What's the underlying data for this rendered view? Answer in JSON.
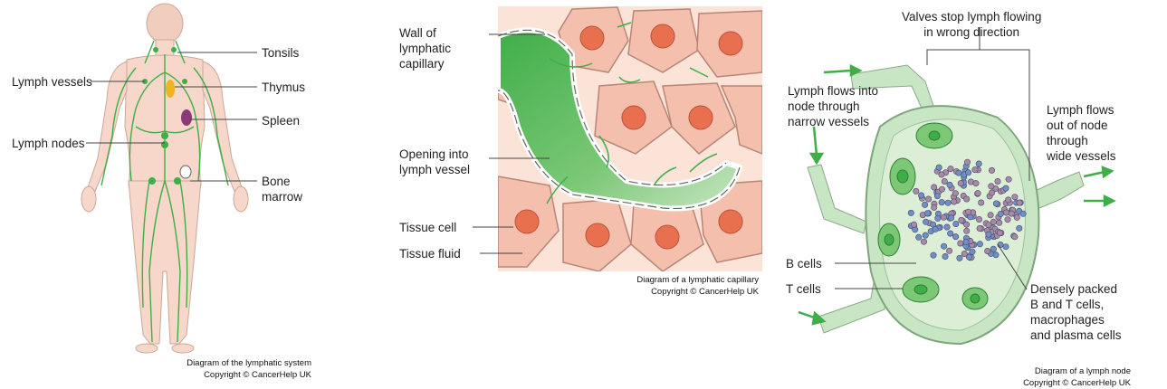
{
  "panels": [
    {
      "labels": {
        "tonsils": "Tonsils",
        "lymph_vessels": "Lymph vessels",
        "thymus": "Thymus",
        "spleen": "Spleen",
        "lymph_nodes": "Lymph nodes",
        "bone_marrow": "Bone\nmarrow"
      },
      "caption": {
        "line1": "Diagram of the lymphatic system",
        "line2": "Copyright © CancerHelp UK"
      }
    },
    {
      "labels": {
        "wall": "Wall of\nlymphatic\ncapillary",
        "opening": "Opening into\nlymph vessel",
        "tissue_cell": "Tissue cell",
        "tissue_fluid": "Tissue fluid"
      },
      "caption": {
        "line1": "Diagram of a lymphatic capillary",
        "line2": "Copyright © CancerHelp UK"
      }
    },
    {
      "labels": {
        "valves": "Valves stop lymph flowing\nin wrong direction",
        "flows_into": "Lymph flows into\nnode through\nnarrow vessels",
        "flows_out": "Lymph flows\nout of node\nthrough\nwide vessels",
        "b_cells": "B cells",
        "t_cells": "T cells",
        "densely": "Densely packed\nB and T cells,\nmacrophages\nand plasma cells"
      },
      "caption": {
        "line1": "Diagram of a lymph node",
        "line2": "Copyright © CancerHelp UK"
      }
    }
  ],
  "colors": {
    "lymph_green": "#3fae49",
    "light_green": "#c9e6c4",
    "skin": "#f6d7c9",
    "cell": "#f4b8a3",
    "nucleus": "#e8704f",
    "thymus": "#f2b320",
    "spleen": "#8b3a78",
    "b_cell": "#6f8fc5",
    "t_cell": "#a98aa6"
  }
}
